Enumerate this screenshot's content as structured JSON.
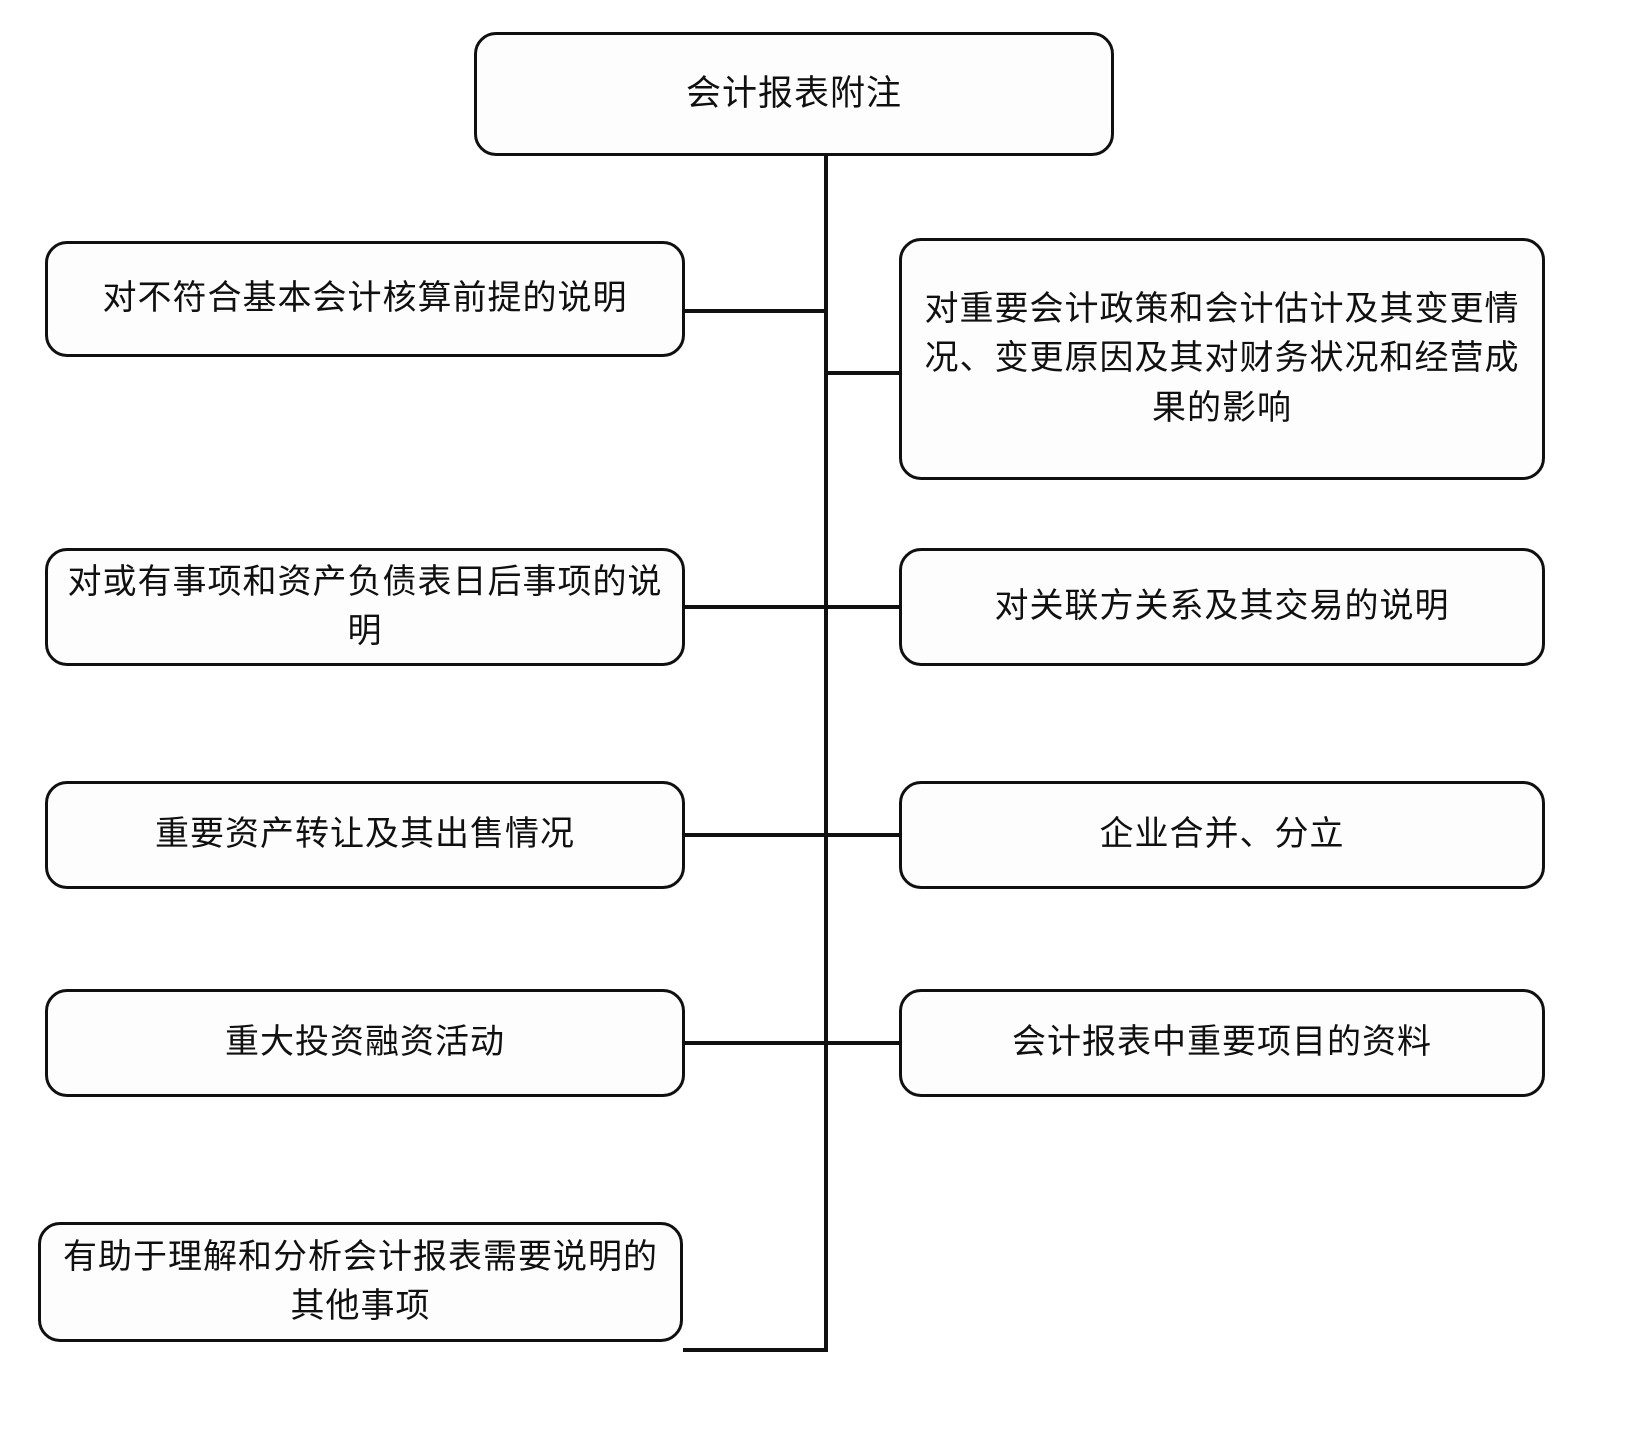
{
  "diagram": {
    "title": "会计报表附注",
    "type": "tree-mind-map",
    "root": {
      "id": "root",
      "label": "会计报表附注"
    },
    "left_branches": [
      {
        "id": "left-1",
        "label": "对不符合基本会计核算前提的说明"
      },
      {
        "id": "left-2",
        "label": "对或有事项和资产负债表日后事项的说明"
      },
      {
        "id": "left-3",
        "label": "重要资产转让及其出售情况"
      },
      {
        "id": "left-4",
        "label": "重大投资融资活动"
      },
      {
        "id": "left-5",
        "label": "有助于理解和分析会计报表需要说明的其他事项"
      }
    ],
    "right_branches": [
      {
        "id": "right-1",
        "label": "对重要会计政策和会计估计及其变更情况、变更原因及其对财务状况和经营成果的影响"
      },
      {
        "id": "right-2",
        "label": "对关联方关系及其交易的说明"
      },
      {
        "id": "right-3",
        "label": "企业合并、分立"
      },
      {
        "id": "right-4",
        "label": "会计报表中重要项目的资料"
      }
    ],
    "colors": {
      "stroke": "#101010",
      "fill": "#fdfdfd",
      "text": "#101010",
      "background": "#ffffff"
    }
  }
}
